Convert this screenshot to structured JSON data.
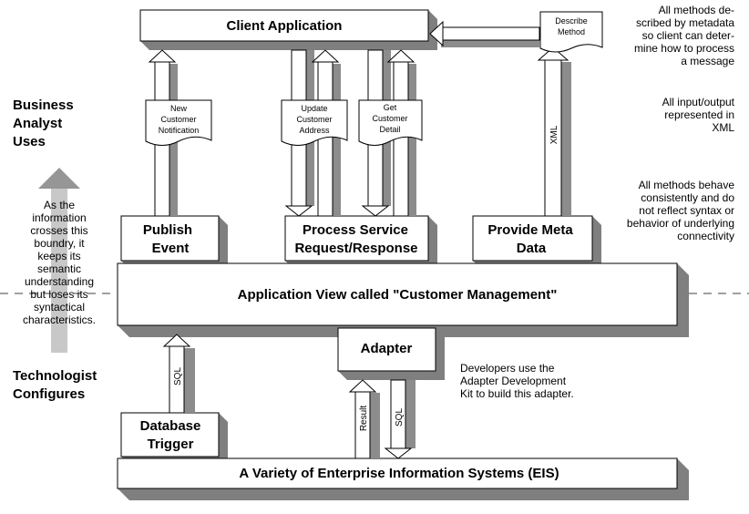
{
  "boxes": {
    "client_application": "Client Application",
    "publish_event": [
      "Publish",
      "Event"
    ],
    "process_service": [
      "Process Service",
      "Request/Response"
    ],
    "provide_meta_data": [
      "Provide Meta",
      "Data"
    ],
    "application_view": "Application View called \"Customer Management\"",
    "adapter": "Adapter",
    "database_trigger": [
      "Database",
      "Trigger"
    ],
    "eis": "A Variety of Enterprise Information Systems (EIS)"
  },
  "documents": {
    "new_customer_notification": [
      "New",
      "Customer",
      "Notification"
    ],
    "update_customer_address": [
      "Update",
      "Customer",
      "Address"
    ],
    "get_customer_detail": [
      "Get",
      "Customer",
      "Detail"
    ],
    "describe_method": [
      "Describe",
      "Method"
    ]
  },
  "arrow_labels": {
    "xml": "XML",
    "sql_left": "SQL",
    "result": "Result",
    "sql_right": "SQL"
  },
  "side_labels": {
    "business_analyst": [
      "Business",
      "Analyst",
      "Uses"
    ],
    "technologist": [
      "Technologist",
      "Configures"
    ],
    "boundary_note": [
      "As the",
      "information",
      "crosses this",
      "boundry, it",
      "keeps its",
      "semantic",
      "understanding",
      "but loses its",
      "syntactical",
      "characteristics."
    ]
  },
  "notes": {
    "metadata": [
      "All methods  de-",
      "scribed by metadata",
      "so client can deter-",
      "mine how to process",
      "a message"
    ],
    "xml_io": [
      "All input/output",
      "represented in",
      "XML"
    ],
    "consistency": [
      "All methods behave",
      "consistently and do",
      "not reflect syntax or",
      "behavior of underlying",
      "connectivity"
    ],
    "developers": [
      "Developers use the",
      "Adapter Development",
      "Kit to build this adapter."
    ]
  },
  "colors": {
    "box_shadow": "#7f7f7f",
    "arrow_fill": "#ffffff",
    "arrow_shadow": "#8c8c8c",
    "boundary_arrow": "#c8c8c8",
    "boundary_arrow_head": "#969696",
    "dashed_line": "#808080"
  }
}
